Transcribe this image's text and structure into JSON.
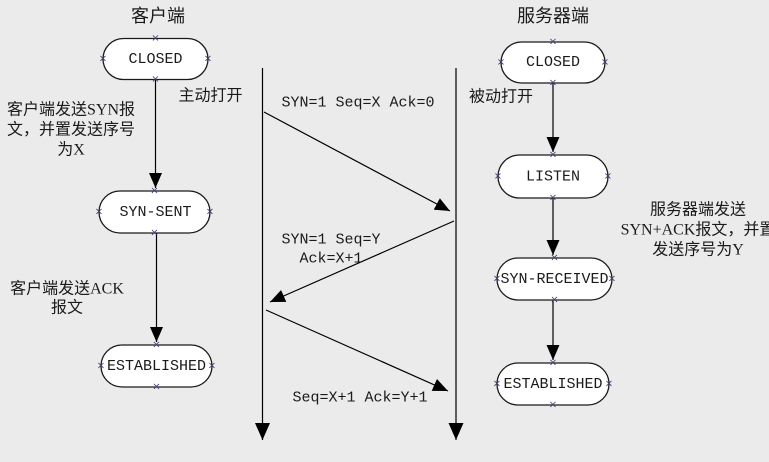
{
  "diagram": {
    "client": {
      "title": "客户端",
      "open_label": "主动打开",
      "states": [
        "CLOSED",
        "SYN-SENT",
        "ESTABLISHED"
      ],
      "note_syn_l1": "客户端发送SYN报",
      "note_syn_l2": "文，并置发送序号",
      "note_syn_l3": "为X",
      "note_ack_l1": "客户端发送ACK",
      "note_ack_l2": "报文"
    },
    "server": {
      "title": "服务器端",
      "open_label": "被动打开",
      "states": [
        "CLOSED",
        "LISTEN",
        "SYN-RECEIVED",
        "ESTABLISHED"
      ],
      "note_l1": "服务器端发送",
      "note_l2": "SYN+ACK报文，并置",
      "note_l3": "发送序号为Y"
    },
    "messages": {
      "syn": "SYN=1 Seq=X Ack=0",
      "synack_l1": "SYN=1 Seq=Y",
      "synack_l2": "Ack=X+1",
      "ack": "Seq=X+1 Ack=Y+1"
    },
    "connection_point_glyph": "×",
    "colors": {
      "background": "#ebebeb",
      "shape_fill": "#ffffff",
      "stroke": "#1a1a1a",
      "text": "#1a1a1a",
      "connection_point": "#3d3d73"
    }
  }
}
